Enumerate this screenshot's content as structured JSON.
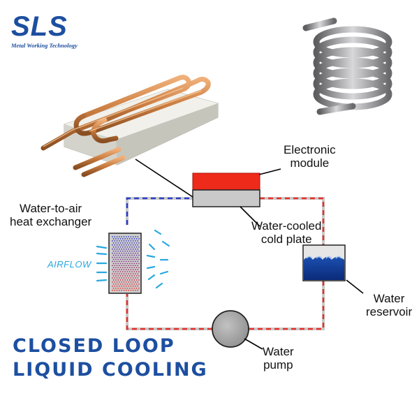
{
  "logo": {
    "letters": "SLS",
    "tagline": "Metal Working Technology"
  },
  "labels": {
    "electronic_module": [
      "Electronic",
      "module"
    ],
    "heat_exchanger": [
      "Water-to-air",
      "heat exchanger"
    ],
    "cold_plate": [
      "Water-cooled",
      "cold plate"
    ],
    "airflow": "AIRFLOW",
    "water_reservoir": [
      "Water",
      "reservoir"
    ],
    "water_pump": [
      "Water",
      "pump"
    ]
  },
  "title": [
    "CLOSED LOOP",
    "LIQUID COOLING"
  ],
  "colors": {
    "brand_blue": "#1d4fa0",
    "hot_red": "#e8312a",
    "cold_blue": "#2c3ec8",
    "pipe_grey": "#c8c8c8",
    "airflow_cyan": "#29a8e0",
    "copper": "#c87a3e"
  }
}
